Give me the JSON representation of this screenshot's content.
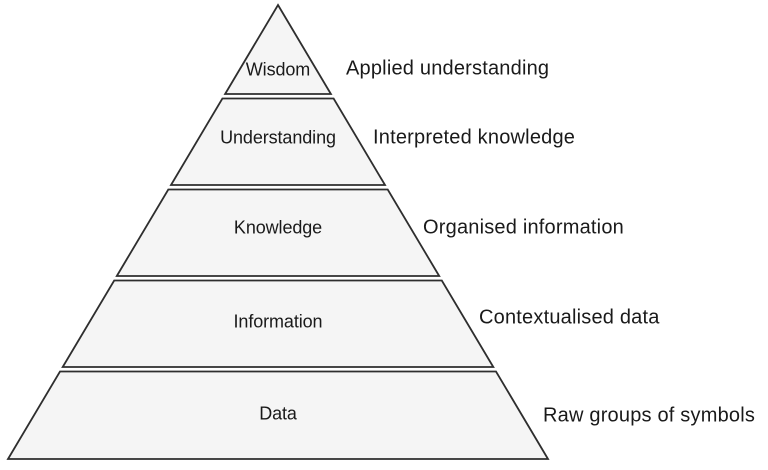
{
  "colors": {
    "background": "#ffffff",
    "segment_fill": "#f5f5f5",
    "segment_stroke": "#2e2e2e",
    "text": "#1a1a1a"
  },
  "pyramid": {
    "layers": [
      {
        "name": "Wisdom",
        "description": "Applied understanding"
      },
      {
        "name": "Understanding",
        "description": "Interpreted knowledge"
      },
      {
        "name": "Knowledge",
        "description": "Organised information"
      },
      {
        "name": "Information",
        "description": "Contextualised data"
      },
      {
        "name": "Data",
        "description": "Raw groups of symbols"
      }
    ]
  }
}
